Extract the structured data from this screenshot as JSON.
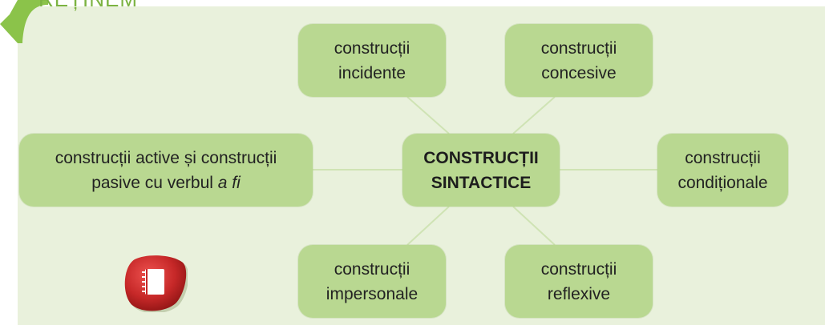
{
  "header": {
    "title": "REȚINEM"
  },
  "diagram": {
    "center": {
      "line1": "CONSTRUCȚII",
      "line2": "SINTACTICE"
    },
    "nodes": {
      "incidente": {
        "line1": "construcții",
        "line2": "incidente"
      },
      "concesive": {
        "line1": "construcții",
        "line2": "concesive"
      },
      "active": {
        "line1": "construcții active și construcții",
        "line2_prefix": "pasive cu verbul ",
        "line2_italic": "a fi"
      },
      "conditionale": {
        "line1": "construcții",
        "line2": "condiționale"
      },
      "impersonale": {
        "line1": "construcții",
        "line2": "impersonale"
      },
      "reflexive": {
        "line1": "construcții",
        "line2": "reflexive"
      }
    }
  },
  "icons": {
    "notebook": "notebook-icon",
    "corner": "corner-tab-icon"
  },
  "colors": {
    "panel_bg": "#e9f1dc",
    "node_fill": "#b9d891",
    "connector": "#cfe3b4",
    "accent_green": "#7cb342",
    "icon_red": "#c62828"
  }
}
